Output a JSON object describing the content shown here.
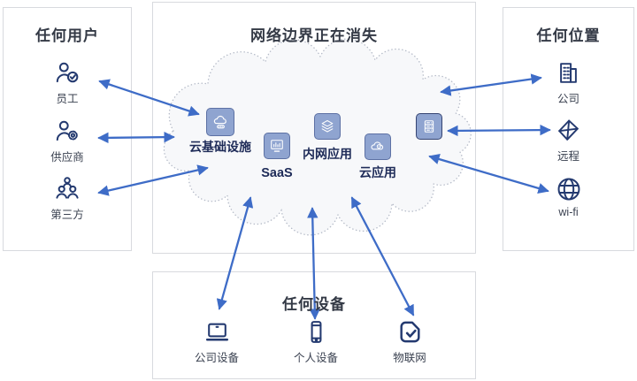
{
  "panels": {
    "users": {
      "title": "任何用户",
      "items": [
        {
          "label": "员工",
          "icon": "user-check-icon"
        },
        {
          "label": "供应商",
          "icon": "user-gear-icon"
        },
        {
          "label": "第三方",
          "icon": "user-group-icon"
        }
      ]
    },
    "network": {
      "title": "网络边界正在消失",
      "nodes": [
        {
          "label": "云基础设施",
          "icon": "cloud-infrastructure-icon"
        },
        {
          "label": "SaaS",
          "icon": "saas-monitor-icon"
        },
        {
          "label": "内网应用",
          "icon": "layers-icon"
        },
        {
          "label": "云应用",
          "icon": "cloud-gear-icon"
        },
        {
          "label": "",
          "icon": "server-rack-icon"
        }
      ]
    },
    "locations": {
      "title": "任何位置",
      "items": [
        {
          "label": "公司",
          "icon": "office-building-icon"
        },
        {
          "label": "远程",
          "icon": "remote-wireframe-icon"
        },
        {
          "label": "wi-fi",
          "icon": "globe-icon"
        }
      ]
    },
    "devices": {
      "title": "任何设备",
      "items": [
        {
          "label": "公司设备",
          "icon": "laptop-icon"
        },
        {
          "label": "个人设备",
          "icon": "smartphone-icon"
        },
        {
          "label": "物联网",
          "icon": "iot-tag-icon"
        }
      ]
    }
  },
  "colors": {
    "arrow": "#3e6cc7",
    "icon_navy": "#243a70",
    "tile_fill": "#8fa4d0",
    "tile_border": "#5d71a4",
    "cloud_fill": "#f7f8fa",
    "cloud_dots": "#b4bac7",
    "panel_border": "#d8dade",
    "heading_text": "#343a46",
    "label_text": "#3c4352",
    "tile_label_text": "#1e2b58"
  }
}
